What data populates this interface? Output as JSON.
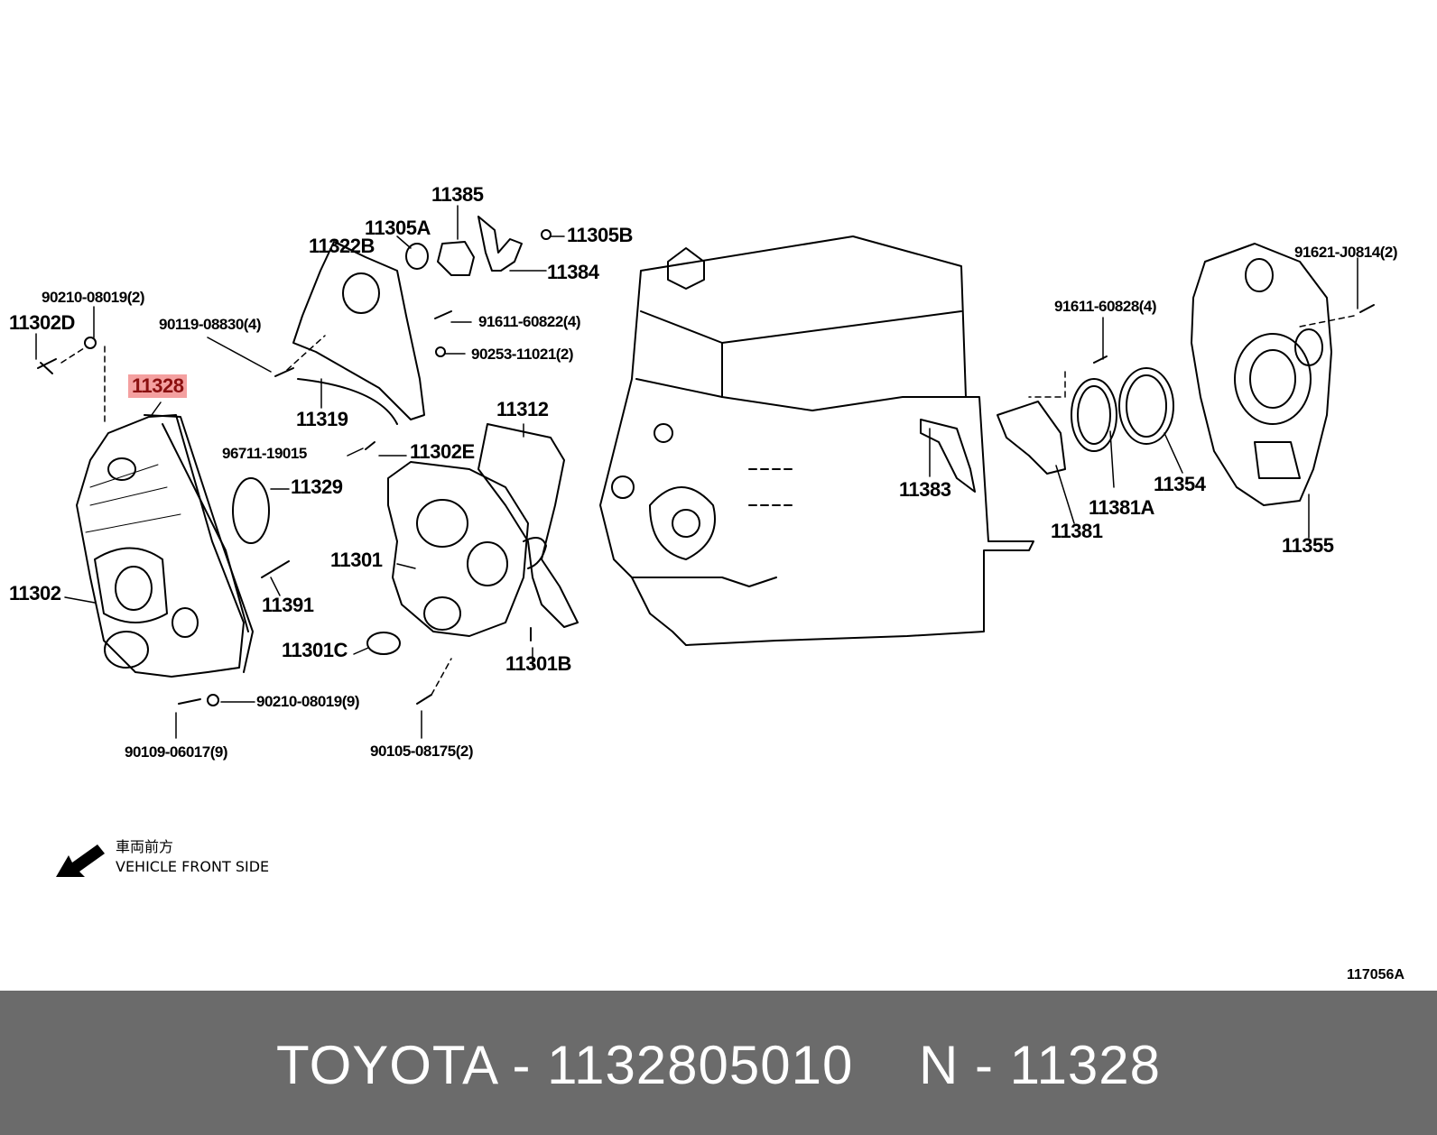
{
  "labels": {
    "p11385": "11385",
    "p11305A": "11305A",
    "p11305B": "11305B",
    "p11322B": "11322B",
    "p11384": "11384",
    "p90210_08019_2": "90210-08019(2)",
    "p11302D": "11302D",
    "p90119_08830_4": "90119-08830(4)",
    "p91611_60822_4": "91611-60822(4)",
    "p90253_11021_2": "90253-11021(2)",
    "p11328": "11328",
    "p11319": "11319",
    "p96711_19015": "96711-19015",
    "p11302E": "11302E",
    "p11312": "11312",
    "p11329": "11329",
    "p11301": "11301",
    "p11302": "11302",
    "p11391": "11391",
    "p11301C": "11301C",
    "p11301B": "11301B",
    "p90210_08019_9": "90210-08019(9)",
    "p90109_06017_9": "90109-06017(9)",
    "p90105_08175_2": "90105-08175(2)",
    "p91621_J0814_2": "91621-J0814(2)",
    "p91611_60828_4": "91611-60828(4)",
    "p11383": "11383",
    "p11381A": "11381A",
    "p11354": "11354",
    "p11381": "11381",
    "p11355": "11355"
  },
  "highlight_color": "#f4a0a0",
  "front_note": {
    "jp": "車両前方",
    "en": "VEHICLE FRONT SIDE",
    "arrow_icon": "arrow-down-left-icon"
  },
  "figure_code": "117056A",
  "footer": {
    "part_line": "TOYOTA - 1132805010",
    "ref_line": "N - 11328",
    "background": "#6b6b6b",
    "text_color": "#ffffff"
  }
}
